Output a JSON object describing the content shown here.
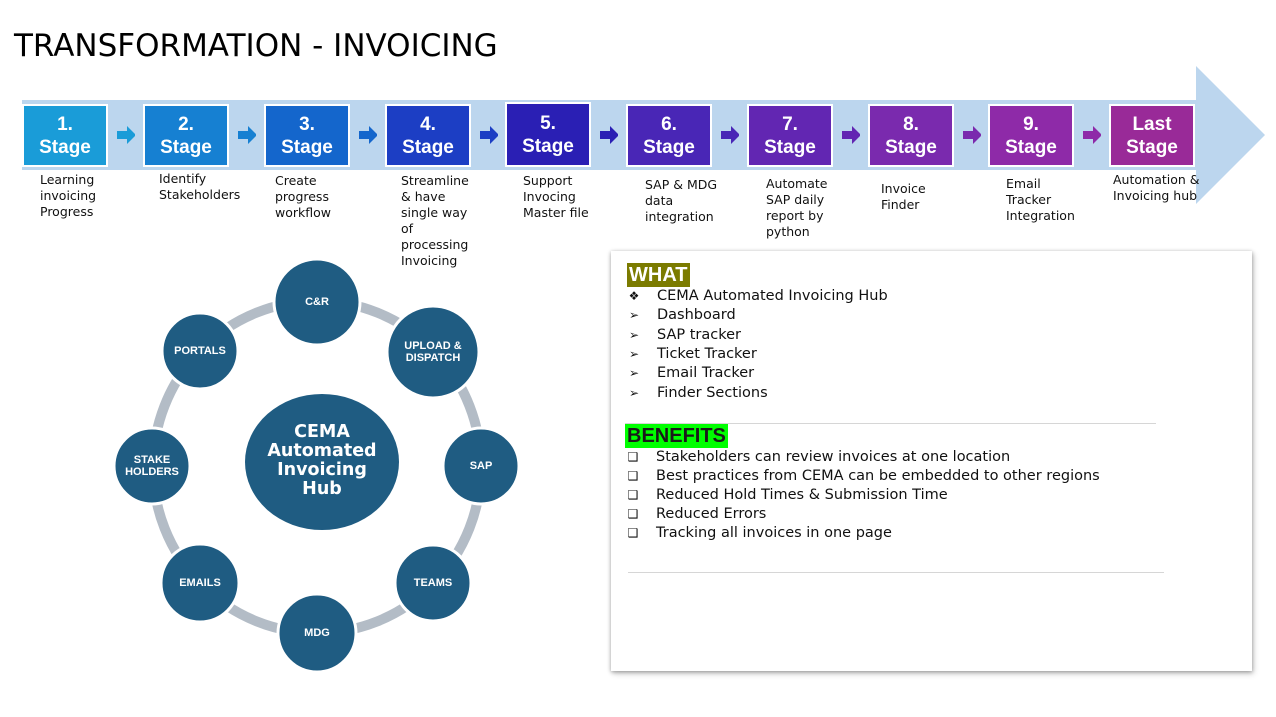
{
  "title": "TRANSFORMATION - INVOICING",
  "colors": {
    "arrow_band": "#bcd6ee",
    "node_fill": "#1f5c82",
    "ring": "#b3bcc6",
    "what_bg": "#7b7b00",
    "benefits_bg": "#00ff00"
  },
  "stages": [
    {
      "num": "1.",
      "word": "Stage",
      "color": "#1a9cd8",
      "desc": "Learning invoicing Progress"
    },
    {
      "num": "2.",
      "word": "Stage",
      "color": "#1680d2",
      "desc": "Identify Stakeholders"
    },
    {
      "num": "3.",
      "word": "Stage",
      "color": "#1466cc",
      "desc": "Create progress workflow"
    },
    {
      "num": "4.",
      "word": "Stage",
      "color": "#1c3ec4",
      "desc": "Streamline & have single way of processing Invoicing"
    },
    {
      "num": "5.",
      "word": "Stage",
      "color": "#2a1fb4",
      "desc": "Support Invocing Master file"
    },
    {
      "num": "6.",
      "word": "Stage",
      "color": "#4926b6",
      "desc": "SAP & MDG data integration"
    },
    {
      "num": "7.",
      "word": "Stage",
      "color": "#6226b2",
      "desc": "Automate SAP daily report by python"
    },
    {
      "num": "8.",
      "word": "Stage",
      "color": "#7a2aae",
      "desc": "Invoice Finder"
    },
    {
      "num": "9.",
      "word": "Stage",
      "color": "#8e2aa8",
      "desc": "Email Tracker Integration"
    },
    {
      "num": "Last",
      "word": "Stage",
      "color": "#992a98",
      "desc": "Automation & Invoicing hub"
    }
  ],
  "hub": {
    "center": "CEMA Automated Invoicing Hub",
    "nodes": [
      "C&R",
      "UPLOAD & DISPATCH",
      "SAP",
      "TEAMS",
      "MDG",
      "EMAILS",
      "STAKE HOLDERS",
      "PORTALS"
    ]
  },
  "what": {
    "heading": "WHAT",
    "items": [
      {
        "bullet": "❖",
        "text": "CEMA Automated Invoicing Hub"
      },
      {
        "bullet": "➢",
        "text": "Dashboard"
      },
      {
        "bullet": "➢",
        "text": "SAP tracker"
      },
      {
        "bullet": "➢",
        "text": "Ticket Tracker"
      },
      {
        "bullet": "➢",
        "text": "Email Tracker"
      },
      {
        "bullet": "➢",
        "text": "Finder Sections"
      }
    ]
  },
  "benefits": {
    "heading": "BENEFITS",
    "items": [
      {
        "bullet": "❑",
        "text": "Stakeholders can review invoices at one location"
      },
      {
        "bullet": "❑",
        "text": "Best practices from CEMA can be embedded to other regions"
      },
      {
        "bullet": "❑",
        "text": "Reduced Hold Times & Submission Time"
      },
      {
        "bullet": "❑",
        "text": "Reduced Errors"
      },
      {
        "bullet": "❑",
        "text": "Tracking all invoices in one page"
      }
    ]
  }
}
